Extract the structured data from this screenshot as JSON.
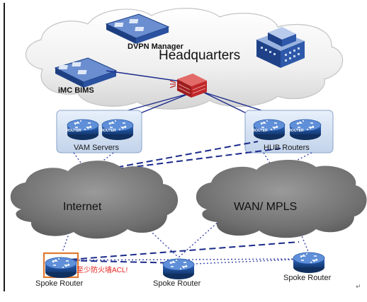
{
  "headquarters": {
    "title": "Headquarters",
    "dvpn_manager": "DVPN Manager",
    "imc_bims": "iMC BIMS"
  },
  "vam_servers": {
    "label": "VAM Servers",
    "router_badge": "ROUTER"
  },
  "hub_routers": {
    "label": "HUB Routers",
    "router_badge": "ROUTER"
  },
  "internet": {
    "label": "Internet"
  },
  "wan": {
    "label": "WAN/ MPLS"
  },
  "spokes": [
    {
      "label": "Spoke Router",
      "highlighted": true
    },
    {
      "label": "Spoke Router",
      "highlighted": false
    },
    {
      "label": "Spoke Router",
      "highlighted": false
    }
  ],
  "annotation": {
    "text": "至少防火墙ACL!",
    "color": "#e0201a"
  },
  "colors": {
    "cloud": "#f0f0f0",
    "dark_cloud": "#6e6e6e",
    "router_blue": "#1f4e96",
    "link_navy": "#1a2a8a",
    "highlight_box": "#e07a30",
    "firewall": "#c0282a"
  }
}
